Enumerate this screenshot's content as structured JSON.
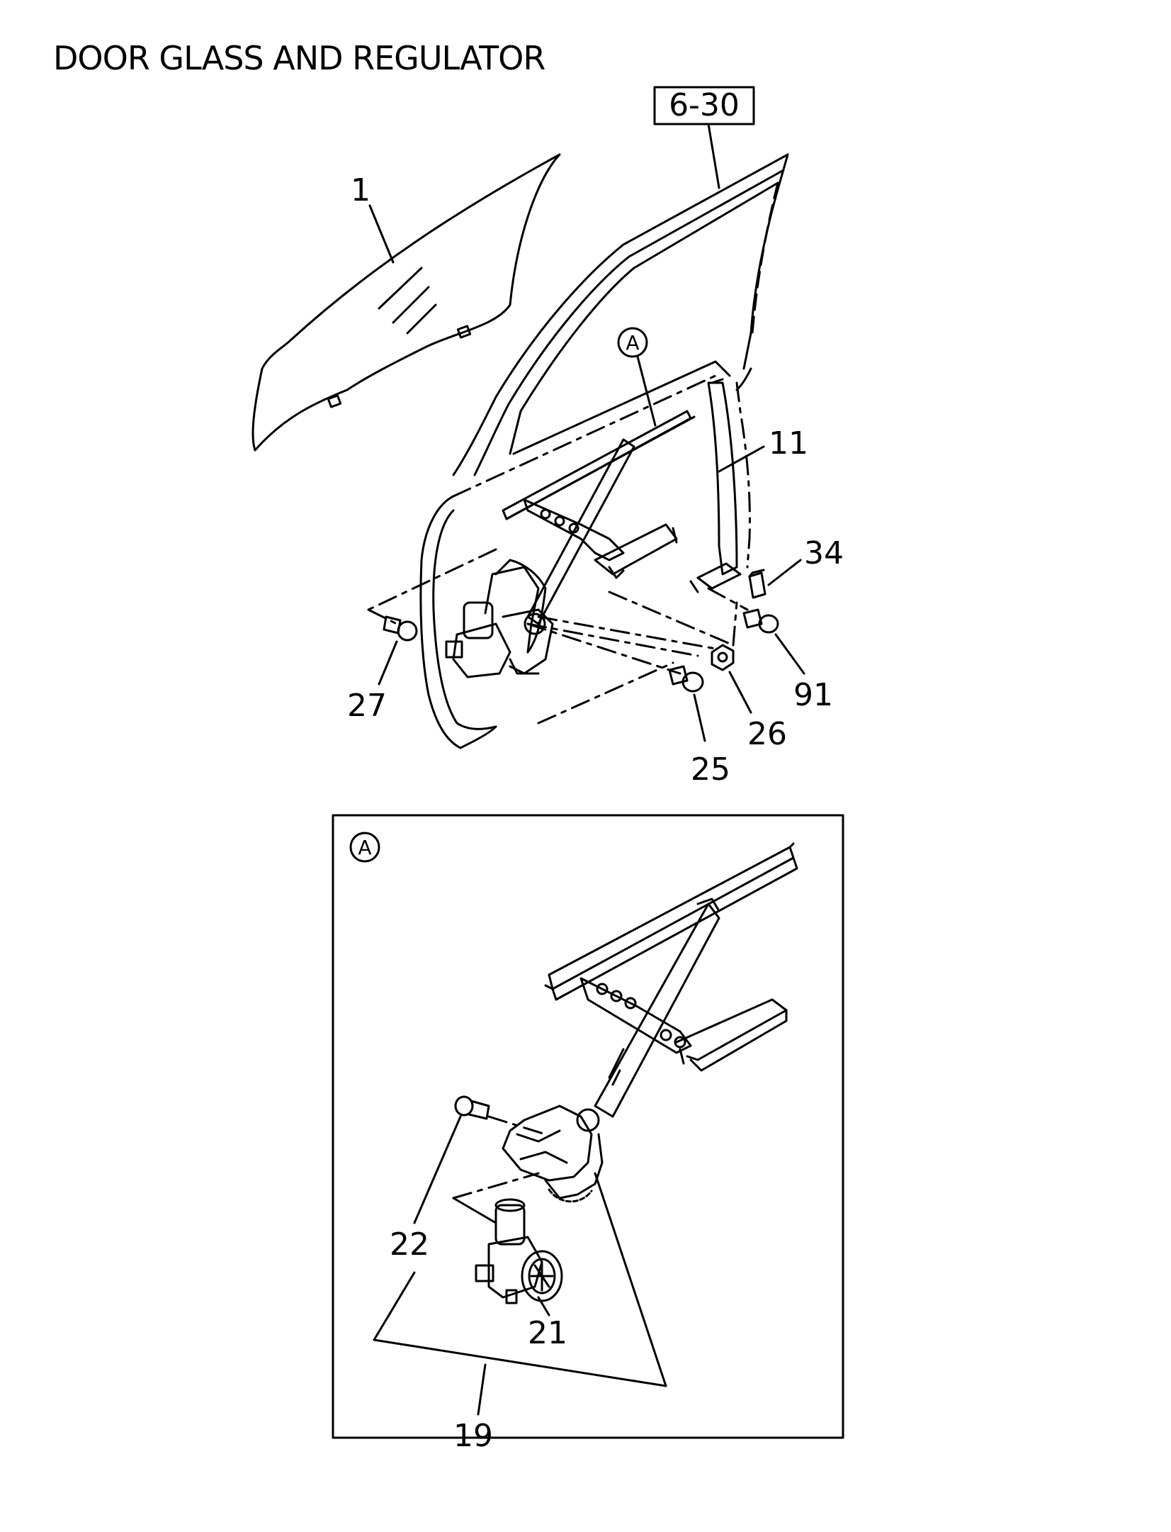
{
  "title": "DOOR GLASS AND REGULATOR",
  "ref_box": "6-30",
  "detail_marker": "A",
  "callouts": {
    "glass": "1",
    "channel": "11",
    "clip": "34",
    "bolt_right": "91",
    "bolt_left": "27",
    "nut": "26",
    "bolt_bottom": "25",
    "regulator_bolt": "22",
    "motor": "21",
    "regulator_assembly": "19"
  }
}
